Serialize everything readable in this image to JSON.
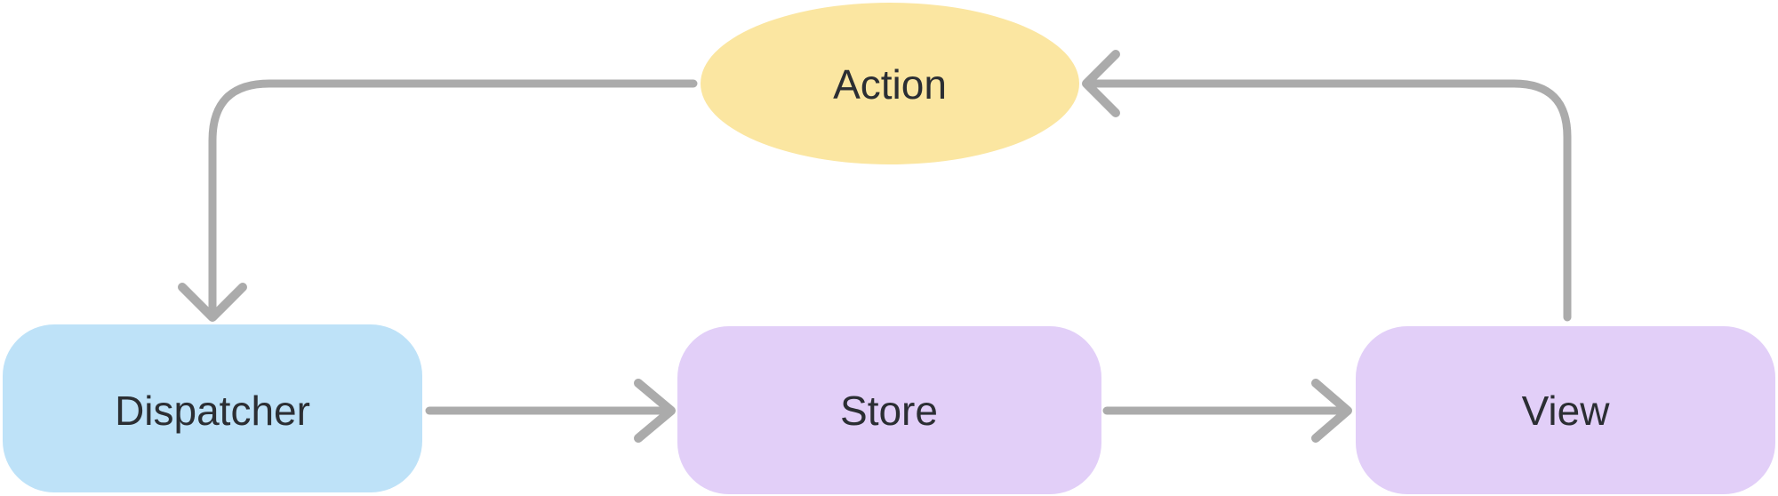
{
  "diagram": {
    "type": "flowchart",
    "background_color": "#ffffff",
    "arrow_color": "#ababab",
    "text_color": "#2b2e33",
    "nodes": {
      "action": {
        "label": "Action",
        "shape": "ellipse",
        "fill": "#fbe6a1"
      },
      "dispatcher": {
        "label": "Dispatcher",
        "shape": "rounded-rectangle",
        "fill": "#bee2f8"
      },
      "store": {
        "label": "Store",
        "shape": "rounded-rectangle",
        "fill": "#e2cff8"
      },
      "view": {
        "label": "View",
        "shape": "rounded-rectangle",
        "fill": "#e2cff8"
      }
    },
    "edges": [
      {
        "from": "Action",
        "to": "Dispatcher"
      },
      {
        "from": "Dispatcher",
        "to": "Store"
      },
      {
        "from": "Store",
        "to": "View"
      },
      {
        "from": "View",
        "to": "Action"
      }
    ]
  }
}
